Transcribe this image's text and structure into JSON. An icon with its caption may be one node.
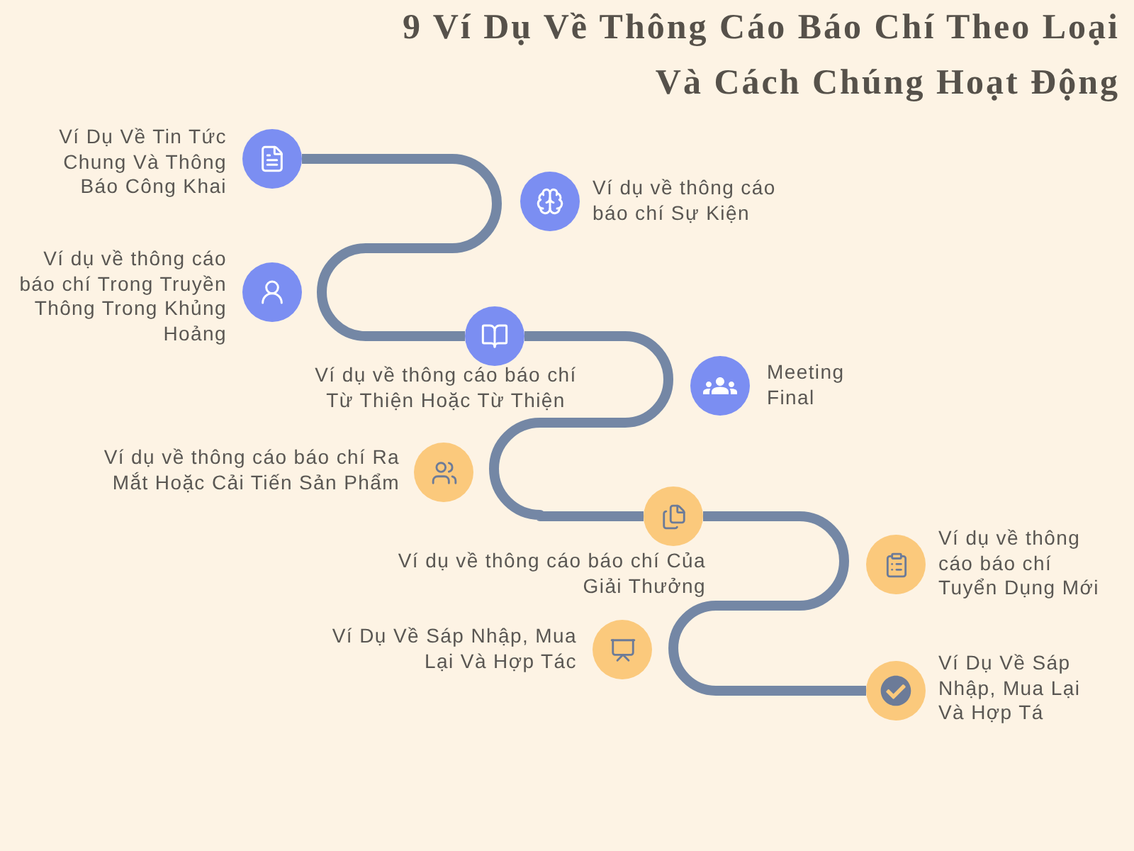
{
  "diagram": {
    "title": "9 Ví Dụ Về Thông Cáo Báo Chí Theo Loại Và Cách Chúng Hoạt Động",
    "nodes": [
      {
        "text": [],
        "shape": "circle",
        "beside": [
          "Ví Dụ Về Tin Tức Chung Và Thông Báo Công Khai"
        ]
      },
      {
        "text": [],
        "shape": "circle",
        "beside": [
          "Ví dụ về thông cáo báo chí Sự Kiện"
        ]
      },
      {
        "text": [],
        "shape": "circle",
        "beside": [
          "Ví dụ về thông cáo báo chí Trong Truyền Thông Trong Khủng Hoảng"
        ]
      },
      {
        "text": [],
        "shape": "circle",
        "beside": [
          "Ví dụ về thông cáo báo chí Từ Thiện Hoặc Từ Thiện"
        ]
      },
      {
        "text": [],
        "shape": "circle",
        "beside": [
          "Meeting Final"
        ]
      },
      {
        "text": [],
        "shape": "circle",
        "beside": [
          "Ví dụ về thông cáo báo chí Ra Mắt Hoặc Cải Tiến Sản Phẩm"
        ]
      },
      {
        "text": [],
        "shape": "circle",
        "beside": [
          "Ví dụ về thông cáo báo chí Của Giải Thưởng"
        ]
      },
      {
        "text": [],
        "shape": "circle",
        "beside": [
          "Ví dụ về thông cáo báo chí Tuyển Dụng Mới"
        ]
      },
      {
        "text": [],
        "shape": "circle",
        "beside": [
          "Ví Dụ Về Sáp Nhập, Mua Lại Và Hợp Tác"
        ]
      },
      {
        "text": [],
        "shape": "circle",
        "beside": [
          "Ví Dụ Về Sáp Nhập, Mua Lại Và Hợp Tá"
        ]
      }
    ],
    "edges": [
      {
        "from": 0,
        "to": 3,
        "arrow": "none"
      },
      {
        "from": 3,
        "to": 6,
        "arrow": "none"
      },
      {
        "from": 6,
        "to": 9,
        "arrow": "none"
      }
    ]
  }
}
